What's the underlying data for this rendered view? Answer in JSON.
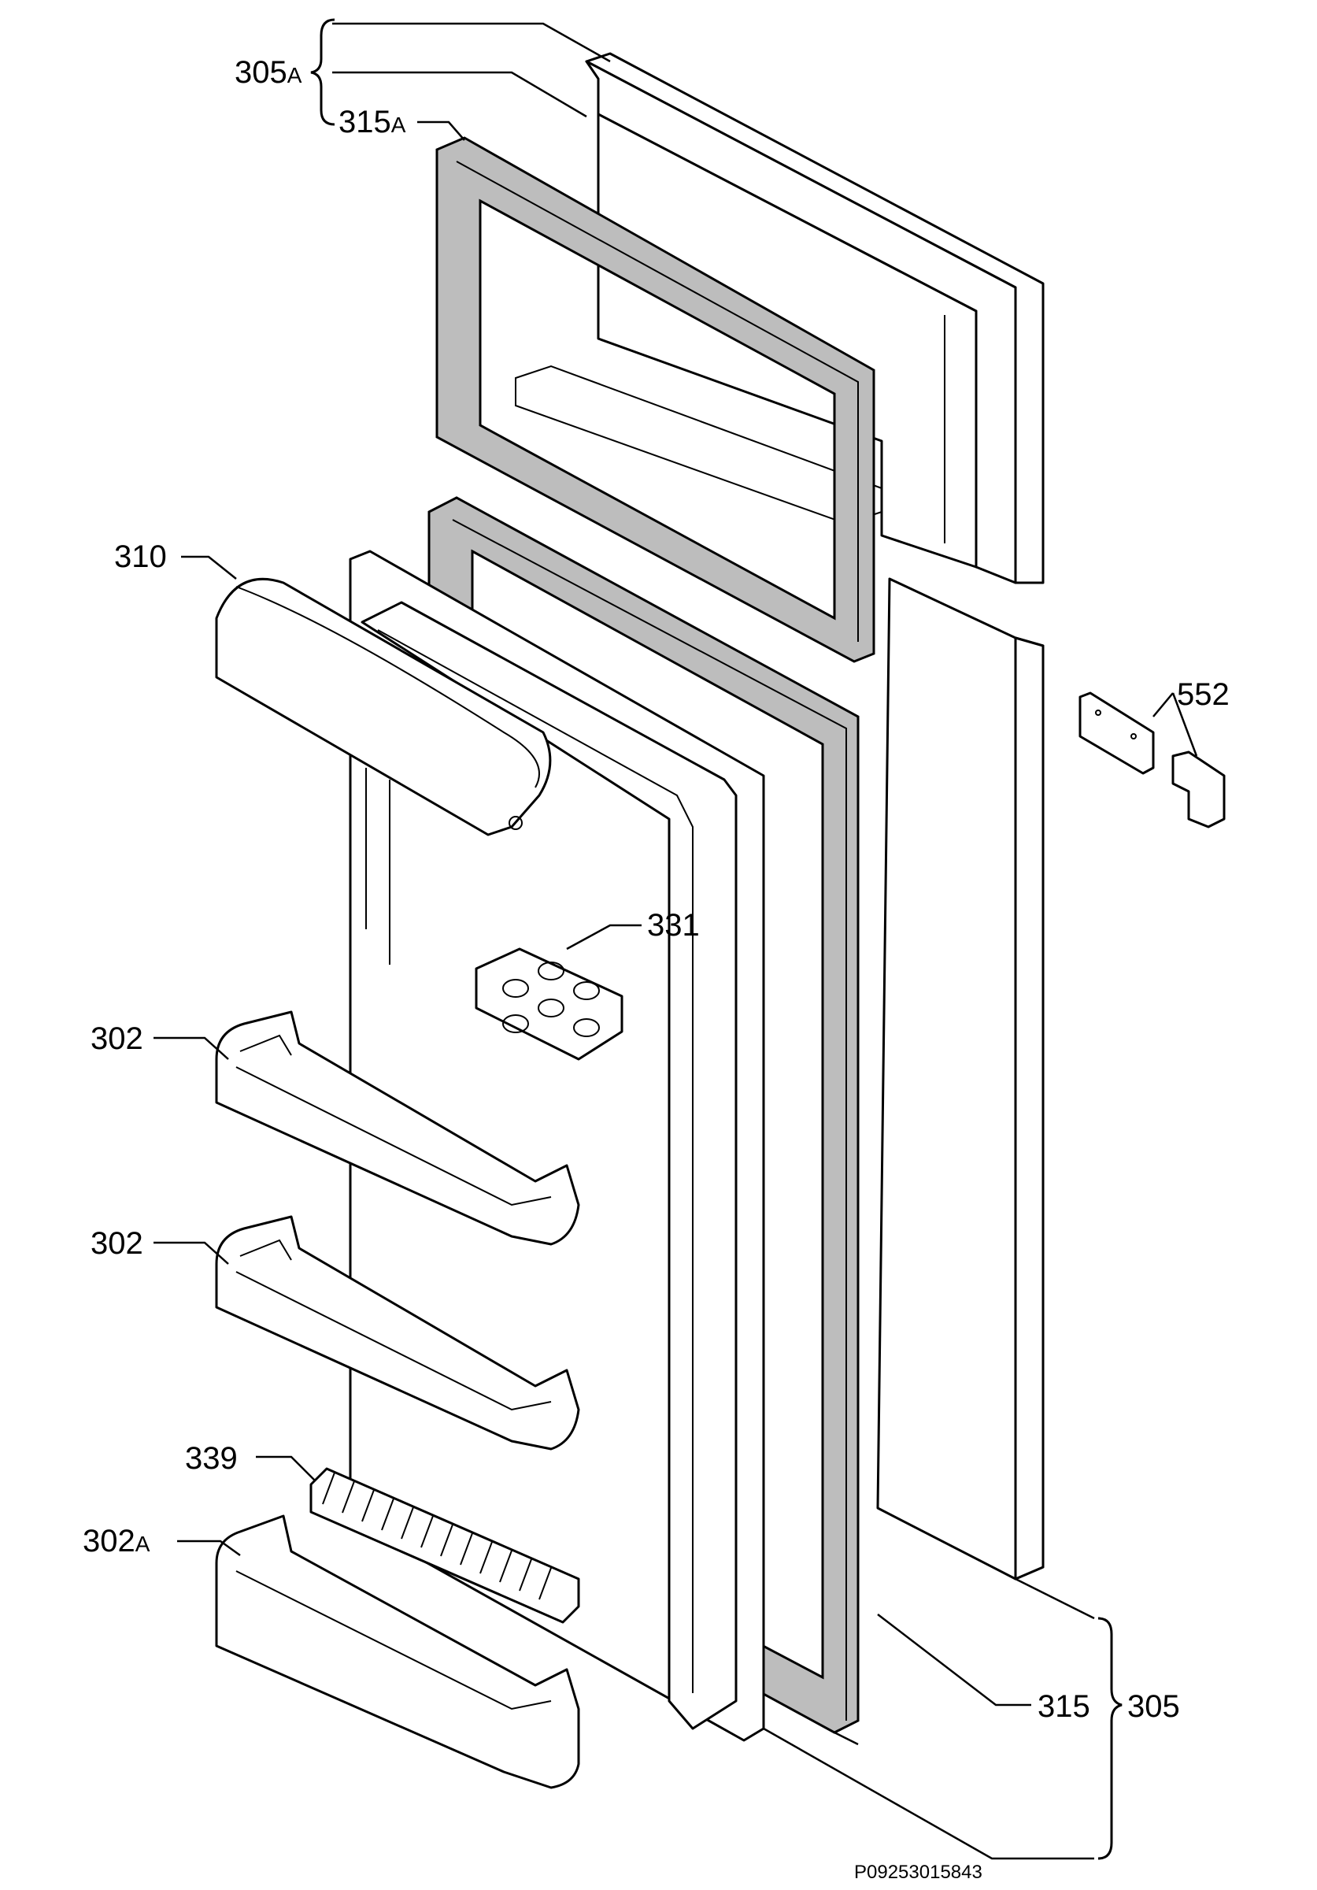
{
  "callouts": {
    "c305a": {
      "number": "305",
      "suffix": "A"
    },
    "c315a": {
      "number": "315",
      "suffix": "A"
    },
    "c310": {
      "number": "310",
      "suffix": ""
    },
    "c552": {
      "number": "552",
      "suffix": ""
    },
    "c331": {
      "number": "331",
      "suffix": ""
    },
    "c302_top": {
      "number": "302",
      "suffix": ""
    },
    "c302_mid": {
      "number": "302",
      "suffix": ""
    },
    "c339": {
      "number": "339",
      "suffix": ""
    },
    "c302a": {
      "number": "302",
      "suffix": "A"
    },
    "c315": {
      "number": "315",
      "suffix": ""
    },
    "c305": {
      "number": "305",
      "suffix": ""
    }
  },
  "drawing_code": "P09253015843"
}
